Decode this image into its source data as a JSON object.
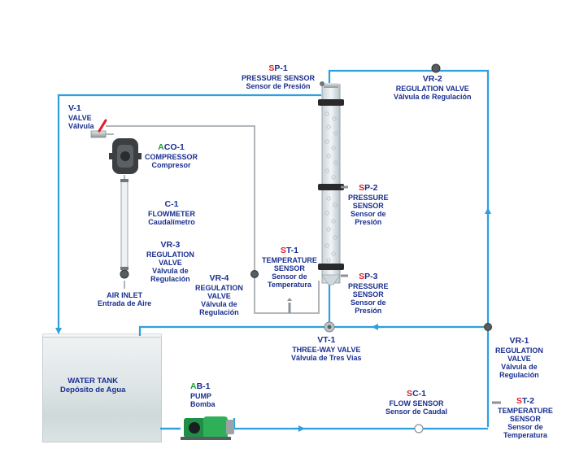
{
  "colors": {
    "pipe": "#2f9fe0",
    "label": "#1a2f8f",
    "tag_red": "#e01c24",
    "tag_green": "#1e9e3a",
    "air_pipe": "#9aa0a6"
  },
  "components": {
    "v1": {
      "prefix": "",
      "suffix": "V-1",
      "en": "VALVE",
      "es": "Válvula"
    },
    "aco1": {
      "prefix": "A",
      "suffix": "CO-1",
      "en": "COMPRESSOR",
      "es": "Compresor"
    },
    "c1": {
      "prefix": "",
      "suffix": "C-1",
      "en": "FLOWMETER",
      "es": "Caudalímetro"
    },
    "vr3": {
      "prefix": "",
      "suffix": "VR-3",
      "en1": "REGULATION",
      "en2": "VALVE",
      "es1": "Válvula de",
      "es2": "Regulación"
    },
    "air": {
      "en": "AIR INLET",
      "es": "Entrada de Aire"
    },
    "sp1": {
      "prefix": "S",
      "suffix": "P-1",
      "en": "PRESSURE SENSOR",
      "es": "Sensor de Presión"
    },
    "vr2": {
      "prefix": "",
      "suffix": "VR-2",
      "en": "REGULATION VALVE",
      "es": "Válvula de Regulación"
    },
    "sp2": {
      "prefix": "S",
      "suffix": "P-2",
      "en1": "PRESSURE",
      "en2": "SENSOR",
      "es1": "Sensor de",
      "es2": "Presión"
    },
    "st1": {
      "prefix": "S",
      "suffix": "T-1",
      "en1": "TEMPERATURE",
      "en2": "SENSOR",
      "es1": "Sensor de",
      "es2": "Temperatura"
    },
    "vr4": {
      "prefix": "",
      "suffix": "VR-4",
      "en1": "REGULATION",
      "en2": "VALVE",
      "es1": "Válvula de",
      "es2": "Regulación"
    },
    "sp3": {
      "prefix": "S",
      "suffix": "P-3",
      "en1": "PRESSURE",
      "en2": "SENSOR",
      "es1": "Sensor de",
      "es2": "Presión"
    },
    "vt1": {
      "prefix": "",
      "suffix": "VT-1",
      "en": "THREE-WAY VALVE",
      "es": "Válvula de Tres Vías"
    },
    "vr1": {
      "prefix": "",
      "suffix": "VR-1",
      "en1": "REGULATION",
      "en2": "VALVE",
      "es1": "Válvula de",
      "es2": "Regulación"
    },
    "tank": {
      "en": "WATER TANK",
      "es": "Depósito de Agua"
    },
    "ab1": {
      "prefix": "A",
      "suffix": "B-1",
      "en": "PUMP",
      "es": "Bomba"
    },
    "sc1": {
      "prefix": "S",
      "suffix": "C-1",
      "en": "FLOW SENSOR",
      "es": "Sensor de Caudal"
    },
    "st2": {
      "prefix": "S",
      "suffix": "T-2",
      "en1": "TEMPERATURE",
      "en2": "SENSOR",
      "es1": "Sensor de",
      "es2": "Temperatura"
    }
  }
}
